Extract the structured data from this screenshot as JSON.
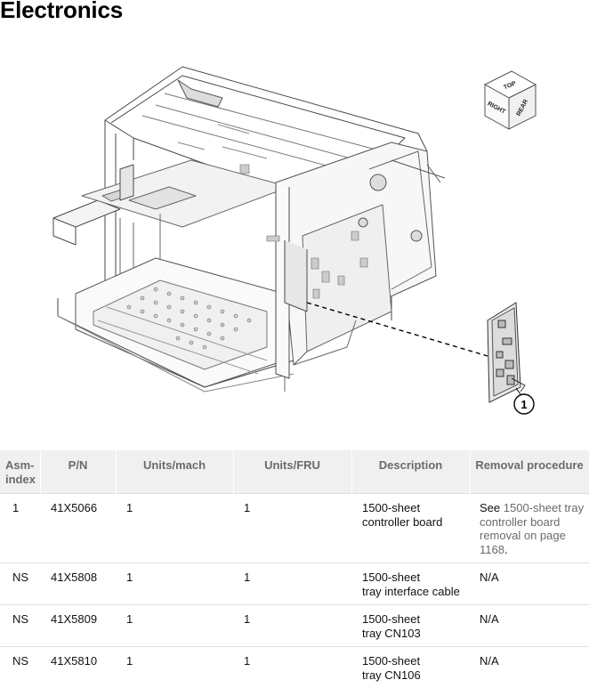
{
  "page": {
    "title": "Electronics"
  },
  "figure": {
    "callout_label": "1",
    "orientation_cube": {
      "top": "TOP",
      "right": "RIGHT",
      "rear": "REAR"
    }
  },
  "table": {
    "headers": {
      "asm_index": "Asm-\nindex",
      "pn": "P/N",
      "units_mach": "Units/mach",
      "units_fru": "Units/FRU",
      "description": "Description",
      "removal": "Removal procedure"
    },
    "rows": [
      {
        "asm": "1",
        "pn": "41X5066",
        "units_mach": "1",
        "units_fru": "1",
        "desc_line1": "1500-sheet",
        "desc_line2": "controller board",
        "removal_prefix": "See ",
        "removal_link": "1500-sheet tray controller board removal on page 1168",
        "removal_suffix": "."
      },
      {
        "asm": "NS",
        "pn": "41X5808",
        "units_mach": "1",
        "units_fru": "1",
        "desc_line1": "1500-sheet",
        "desc_line2": "tray interface cable",
        "removal": "N/A"
      },
      {
        "asm": "NS",
        "pn": "41X5809",
        "units_mach": "1",
        "units_fru": "1",
        "desc_line1": "1500-sheet",
        "desc_line2": "tray CN103",
        "removal": "N/A"
      },
      {
        "asm": "NS",
        "pn": "41X5810",
        "units_mach": "1",
        "units_fru": "1",
        "desc_line1": "1500-sheet",
        "desc_line2": "tray CN106",
        "removal": "N/A"
      }
    ]
  }
}
